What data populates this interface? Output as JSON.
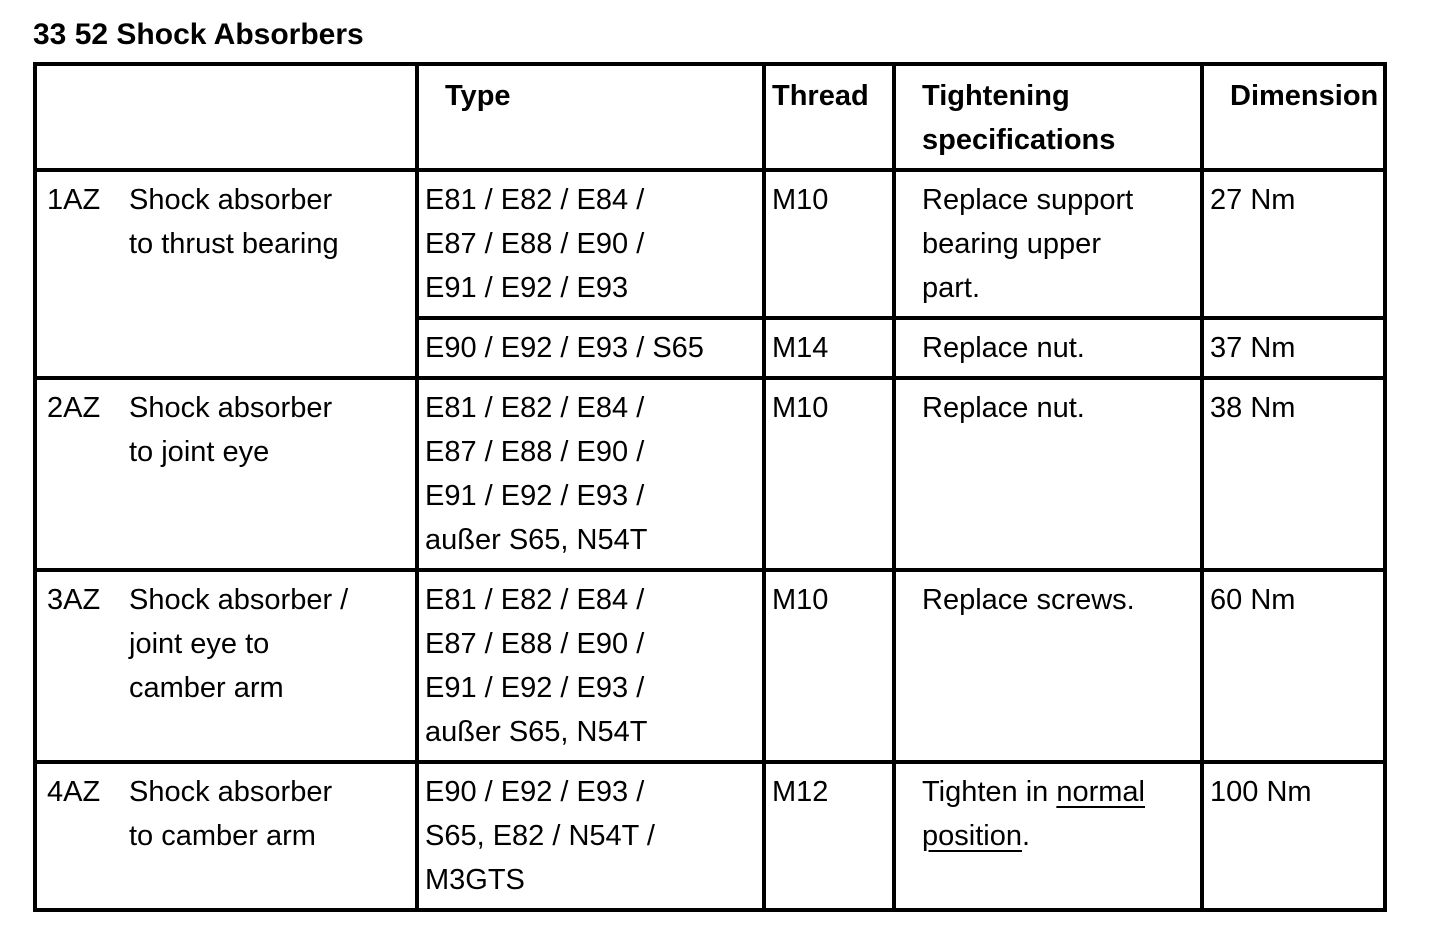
{
  "page": {
    "title": "33 52 Shock Absorbers"
  },
  "table": {
    "headers": {
      "id": "",
      "type": "Type",
      "thread": "Thread",
      "tightening": "Tightening\nspecifications",
      "dimension": "Dimension"
    },
    "rows": [
      {
        "id": "1AZ",
        "description": "Shock absorber\nto thrust bearing",
        "variants": [
          {
            "type": "E81 / E82 / E84 /\nE87 / E88 / E90 /\nE91 / E92 / E93",
            "thread": "M10",
            "tightening": "Replace support\nbearing upper\npart.",
            "dimension": "27 Nm"
          },
          {
            "type": "E90 / E92 / E93 / S65",
            "thread": "M14",
            "tightening": "Replace nut.",
            "dimension": "37 Nm"
          }
        ]
      },
      {
        "id": "2AZ",
        "description": "Shock absorber\nto joint eye",
        "variants": [
          {
            "type": "E81 / E82 / E84 /\nE87 / E88 / E90 /\nE91 / E92 / E93 /\naußer S65, N54T",
            "thread": "M10",
            "tightening": "Replace nut.",
            "dimension": "38 Nm"
          }
        ]
      },
      {
        "id": "3AZ",
        "description": "Shock absorber /\njoint eye to\ncamber arm",
        "variants": [
          {
            "type": "E81 / E82 / E84 /\nE87 / E88 / E90 /\nE91 / E92 / E93 /\naußer S65, N54T",
            "thread": "M10",
            "tightening": "Replace screws.",
            "dimension": "60 Nm"
          }
        ]
      },
      {
        "id": "4AZ",
        "description": "Shock absorber\nto camber arm",
        "variants": [
          {
            "type": "E90 / E92 / E93 /\nS65, E82 / N54T /\nM3GTS",
            "thread": "M12",
            "tightening_rich": {
              "prefix": "Tighten in ",
              "link": "normal position",
              "suffix": "."
            },
            "dimension": "100 Nm"
          }
        ]
      }
    ]
  },
  "colors": {
    "text": "#000000",
    "border": "#000000",
    "background": "#ffffff"
  }
}
